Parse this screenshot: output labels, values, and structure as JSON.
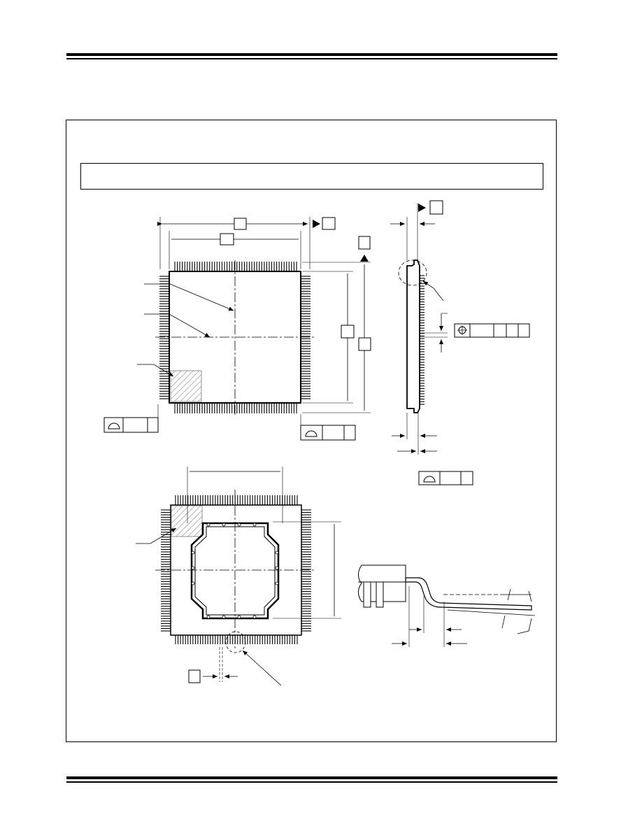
{
  "page": {
    "background": "#ffffff",
    "ink": "#000000",
    "hatch": "#777777"
  },
  "drawing": {
    "title_text": "",
    "views": [
      "top-view",
      "side-view",
      "bottom-view",
      "lead-detail"
    ]
  }
}
